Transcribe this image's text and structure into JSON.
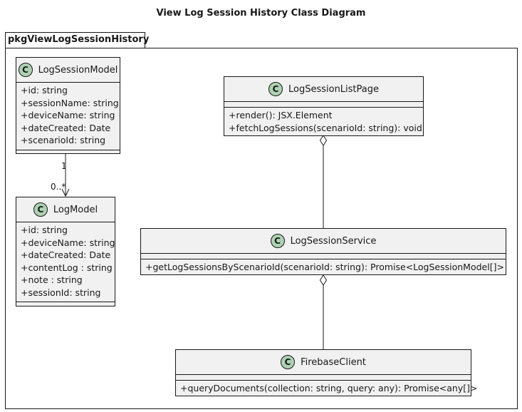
{
  "diagram": {
    "title": "View Log Session History Class Diagram",
    "package": "pkgViewLogSessionHistory",
    "stereotype_letter": "C",
    "classes": {
      "LogSessionModel": {
        "name": "LogSessionModel",
        "fields": [
          "+id: string",
          "+sessionName: string",
          "+deviceName: string",
          "+dateCreated: Date",
          "+scenarioId: string"
        ]
      },
      "LogModel": {
        "name": "LogModel",
        "fields": [
          "+id: string",
          "+deviceName: string",
          "+dateCreated: Date",
          "+contentLog : string",
          "+note : string",
          "+sessionId: string"
        ]
      },
      "LogSessionListPage": {
        "name": "LogSessionListPage",
        "methods": [
          "+render(): JSX.Element",
          "+fetchLogSessions(scenarioId: string): void"
        ]
      },
      "LogSessionService": {
        "name": "LogSessionService",
        "methods": [
          "+getLogSessionsByScenarioId(scenarioId: string): Promise<LogSessionModel[]>"
        ]
      },
      "FirebaseClient": {
        "name": "FirebaseClient",
        "methods": [
          "+queryDocuments(collection: string, query: any): Promise<any[]>"
        ]
      }
    },
    "relations": [
      {
        "from": "LogSessionModel",
        "to": "LogModel",
        "type": "association",
        "source_multiplicity": "1",
        "target_multiplicity": "0..*"
      },
      {
        "from": "LogSessionListPage",
        "to": "LogSessionService",
        "type": "aggregation"
      },
      {
        "from": "LogSessionService",
        "to": "FirebaseClient",
        "type": "aggregation"
      }
    ],
    "colors": {
      "class_fill": "#f1f1f1",
      "badge_fill": "#add1b2",
      "line": "#181818"
    }
  }
}
